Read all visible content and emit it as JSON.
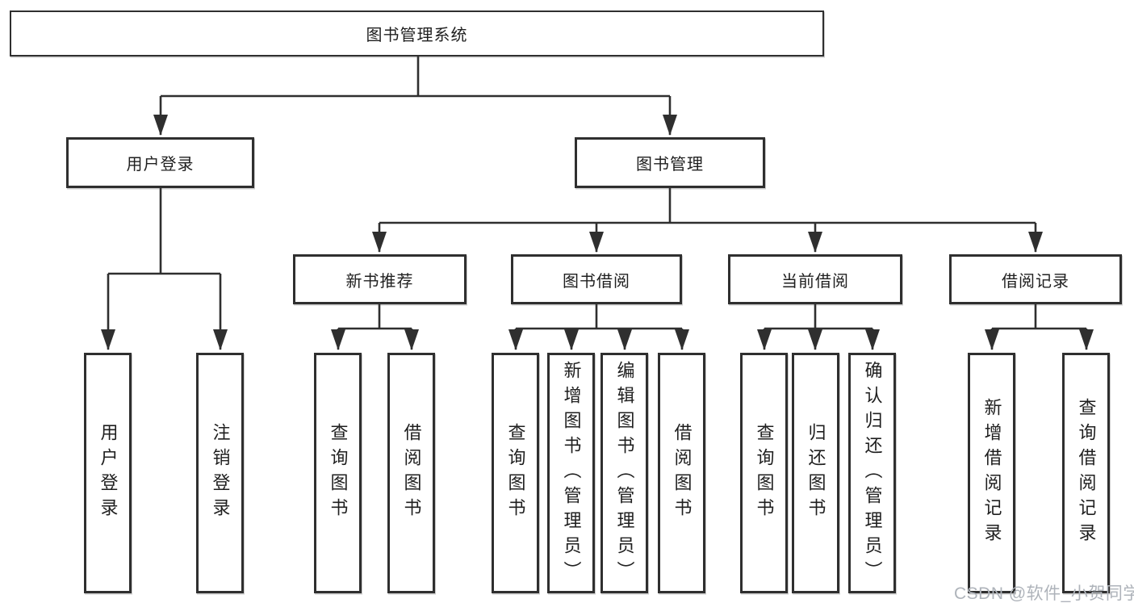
{
  "diagram": {
    "root": "图书管理系统",
    "level2": [
      "用户登录",
      "图书管理"
    ],
    "level3": [
      "新书推荐",
      "图书借阅",
      "当前借阅",
      "借阅记录"
    ],
    "level4": {
      "user_login": [
        "用户登录",
        "注销登录"
      ],
      "new_book": [
        "查询图书",
        "借阅图书"
      ],
      "book_borrow": [
        "查询图书",
        "新增图书（管理员）",
        "编辑图书（管理员）",
        "借阅图书"
      ],
      "current_borrow": [
        "查询图书",
        "归还图书",
        "确认归还（管理员）"
      ],
      "borrow_record": [
        "新增借阅记录",
        "查询借阅记录"
      ]
    }
  },
  "watermark": "CSDN @软件_小贺同学",
  "colors": {
    "line": "#2f2f2f",
    "border": "#2f2f2f",
    "text": "#1f1f1f",
    "background": "#ffffff",
    "watermark": "#aeb3ba"
  }
}
